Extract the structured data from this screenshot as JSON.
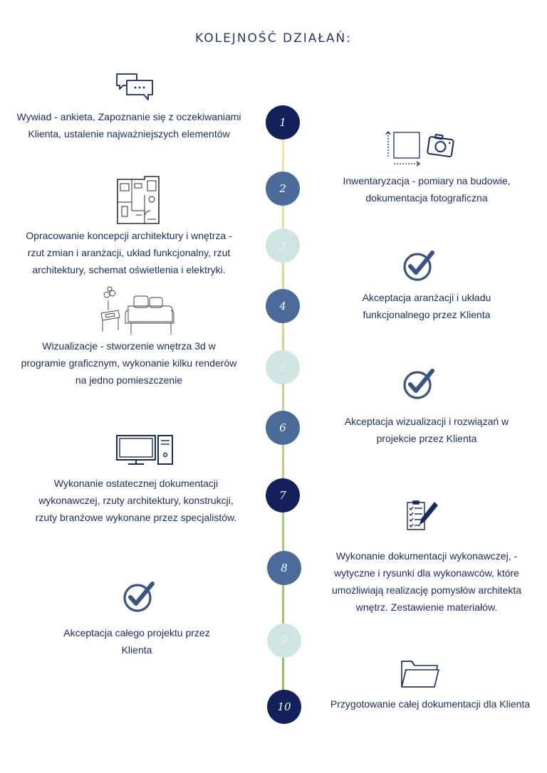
{
  "title": "KOLEJNOŚĆ DZIAŁAŃ:",
  "colors": {
    "dark_navy": "#13215a",
    "steel_blue": "#4a6b9a",
    "light_mint": "#cfe5e1",
    "line_top": "#f1e7a6",
    "line_bottom": "#8fbf5e",
    "text": "#1b2a5c"
  },
  "steps": [
    {
      "number": "1",
      "color": "dark_navy",
      "side": "left",
      "icon": "chat-bubbles-icon",
      "text": [
        "Wywiad - ankieta, Zapoznanie się z oczekiwaniami",
        "Klienta, ustalenie najważniejszych elementów"
      ]
    },
    {
      "number": "2",
      "color": "steel_blue",
      "side": "right",
      "icon": "measure-camera-icon",
      "text": [
        "Inwentaryzacja - pomiary na budowie,",
        "dokumentacja fotograficzna"
      ]
    },
    {
      "number": "3",
      "color": "light_mint",
      "side": "left",
      "icon": "floor-plan-icon",
      "text": [
        "Opracowanie koncepcji architektury i wnętrza -",
        "rzut zmian i aranżacji, układ funkcjonalny, rzut",
        "architektury, schemat oświetlenia i elektryki."
      ]
    },
    {
      "number": "4",
      "color": "steel_blue",
      "side": "right",
      "icon": "checkmark-icon",
      "text": [
        "Akceptacja aranżacji i układu",
        "funkcjonalnego przez Klienta"
      ]
    },
    {
      "number": "5",
      "color": "light_mint",
      "side": "left",
      "icon": "sofa-sketch-icon",
      "text": [
        "Wizualizacje - stworzenie wnętrza 3d w",
        "programie graficznym, wykonanie kilku renderów",
        "na jedno pomieszczenie"
      ]
    },
    {
      "number": "6",
      "color": "steel_blue",
      "side": "right",
      "icon": "checkmark-icon",
      "text": [
        "Akceptacja wizualizacji i rozwiązań w",
        "projekcie przez Klienta"
      ]
    },
    {
      "number": "7",
      "color": "dark_navy",
      "side": "left",
      "icon": "computer-icon",
      "text": [
        "Wykonanie ostatecznej dokumentacji",
        "wykonawczej,  rzuty architektury, konstrukcji,",
        "rzuty branżowe wykonane przez specjalistów."
      ]
    },
    {
      "number": "8",
      "color": "steel_blue",
      "side": "right",
      "icon": "checklist-pen-icon",
      "text": [
        "Wykonanie dokumentacji wykonawczej, -",
        "wytyczne i rysunki dla wykonawców, które",
        "umożliwiają realizację pomysłów architekta",
        "wnętrz. Zestawienie materiałów."
      ]
    },
    {
      "number": "9",
      "color": "light_mint",
      "side": "left",
      "icon": "checkmark-icon",
      "text": [
        "Akceptacja całego projektu przez",
        "Klienta"
      ]
    },
    {
      "number": "10",
      "color": "dark_navy",
      "side": "right",
      "icon": "folder-icon",
      "text": [
        "Przygotowanie całej dokumentacji dla Klienta"
      ]
    }
  ]
}
